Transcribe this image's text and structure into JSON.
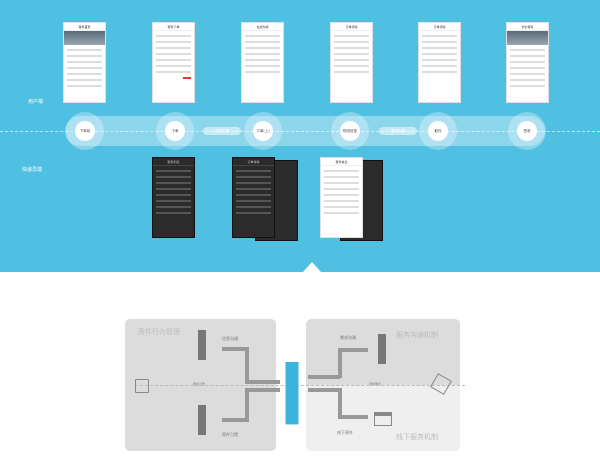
{
  "lanes": {
    "user": "用户端",
    "courier": "快递员端"
  },
  "timeline": {
    "nodes": [
      "下单前",
      "下单",
      "订单(上)",
      "物流信息",
      "取件",
      "签收"
    ],
    "pills": [
      "信息沟通",
      "需求沟通"
    ]
  },
  "phones": {
    "user_titles": [
      "寄件首页",
      "寄件下单",
      "在线沟通",
      "订单详情",
      "订单详情",
      "评价寄件"
    ],
    "courier_titles": [
      "取件列表",
      "订单详情",
      "寄件信息"
    ]
  },
  "diagram": {
    "left_title": "寄件行为管理",
    "left_top": "信息沟通",
    "left_bottom": "寄件习惯",
    "left_mid": "寄件记录",
    "right_title": "服务沟通机制",
    "right_top": "需求沟通",
    "right_mid": "到件服务",
    "right_bottom_title": "线下服务机制",
    "right_bottom": "线下寄件"
  },
  "colors": {
    "bg": "#4fc0e2",
    "person": "#3bb3dc"
  }
}
